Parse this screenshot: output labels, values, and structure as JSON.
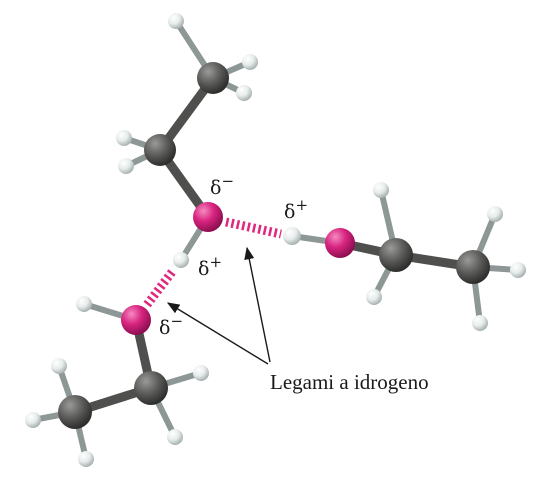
{
  "diagram": {
    "caption": "Legami a idrogeno",
    "charges": {
      "top_oxygen": {
        "symbol": "δ",
        "sign": "−"
      },
      "top_hydrogen": {
        "symbol": "δ",
        "sign": "+"
      },
      "right_hydrogen": {
        "symbol": "δ",
        "sign": "+"
      },
      "bottom_oxygen": {
        "symbol": "δ",
        "sign": "−"
      }
    },
    "colors": {
      "oxygen": "#d8237f",
      "carbon": "#5a5a58",
      "hydrogen": "#e6eceb",
      "bond": "#4f4f4d",
      "hydrogen_bond": "#e0287f",
      "arrow": "#1a1a1a"
    }
  }
}
